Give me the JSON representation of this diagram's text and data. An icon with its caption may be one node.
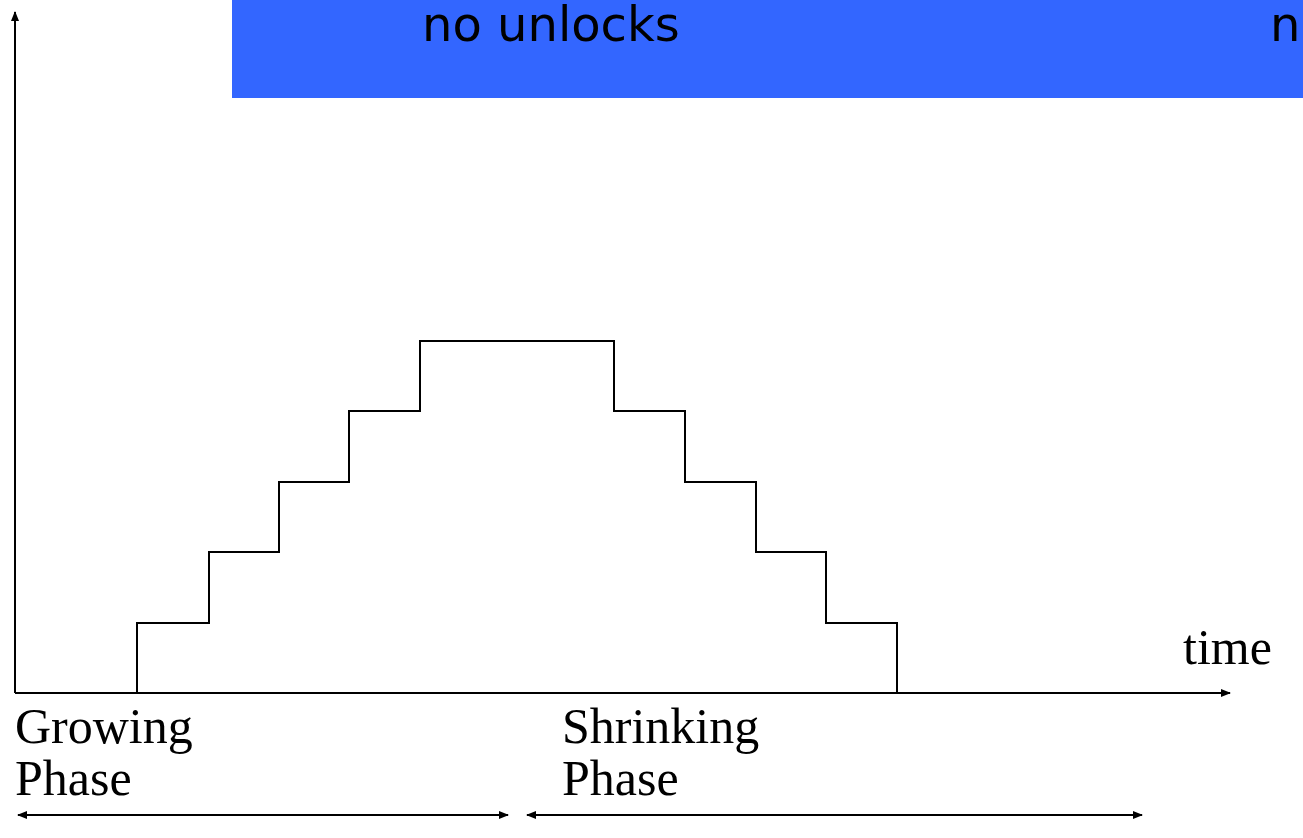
{
  "diagram": {
    "nodes": [
      {
        "text": [
          "no unlocks",
          "n"
        ]
      }
    ],
    "labels": [
      "time",
      "Growing Phase",
      "Shrinking Phase"
    ]
  }
}
